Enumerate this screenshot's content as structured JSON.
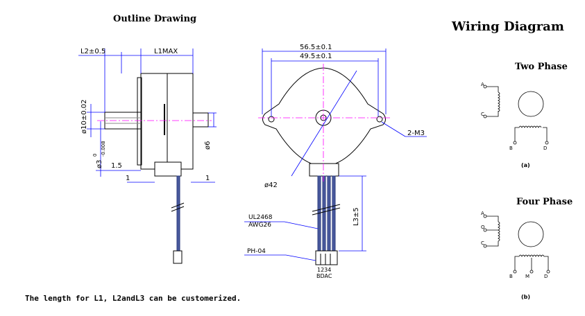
{
  "titles": {
    "outline": "Outline Drawing",
    "wiring": "Wiring Diagram",
    "two_phase": "Two Phase",
    "four_phase": "Four Phase",
    "caption_a": "(a)",
    "caption_b": "(b)"
  },
  "dimensions": {
    "l2": "L2±0.5",
    "l1": "L1MAX",
    "shaft_dia": "ø10±0.02",
    "shaft_small": "ø3",
    "shaft_small_tol_upper": "0",
    "shaft_small_tol_lower": "-0.008",
    "dim_1_5": "1.5",
    "dim_1_left": "1",
    "dim_1_right": "1",
    "dia_6": "ø6",
    "width_outer": "56.5±0.1",
    "width_inner": "49.5±0.1",
    "screws": "2-M3",
    "dia_42": "ø42",
    "l3": "L3±5",
    "wire_type": "UL2468",
    "wire_gauge": "AWG26",
    "connector": "PH-04",
    "pin_numbers": "1234",
    "pin_letters": "BDAC"
  },
  "wiring_two": {
    "a": "A",
    "c": "C",
    "b": "B",
    "d": "D"
  },
  "wiring_four": {
    "a": "A",
    "o": "O",
    "c": "C",
    "b": "B",
    "m": "M",
    "d": "D"
  },
  "footer": {
    "note": "The length for L1, L2andL3 can be customerized."
  },
  "colors": {
    "dimension": "#0000ff",
    "centerline": "#ff00ff",
    "drawing": "#000000"
  }
}
